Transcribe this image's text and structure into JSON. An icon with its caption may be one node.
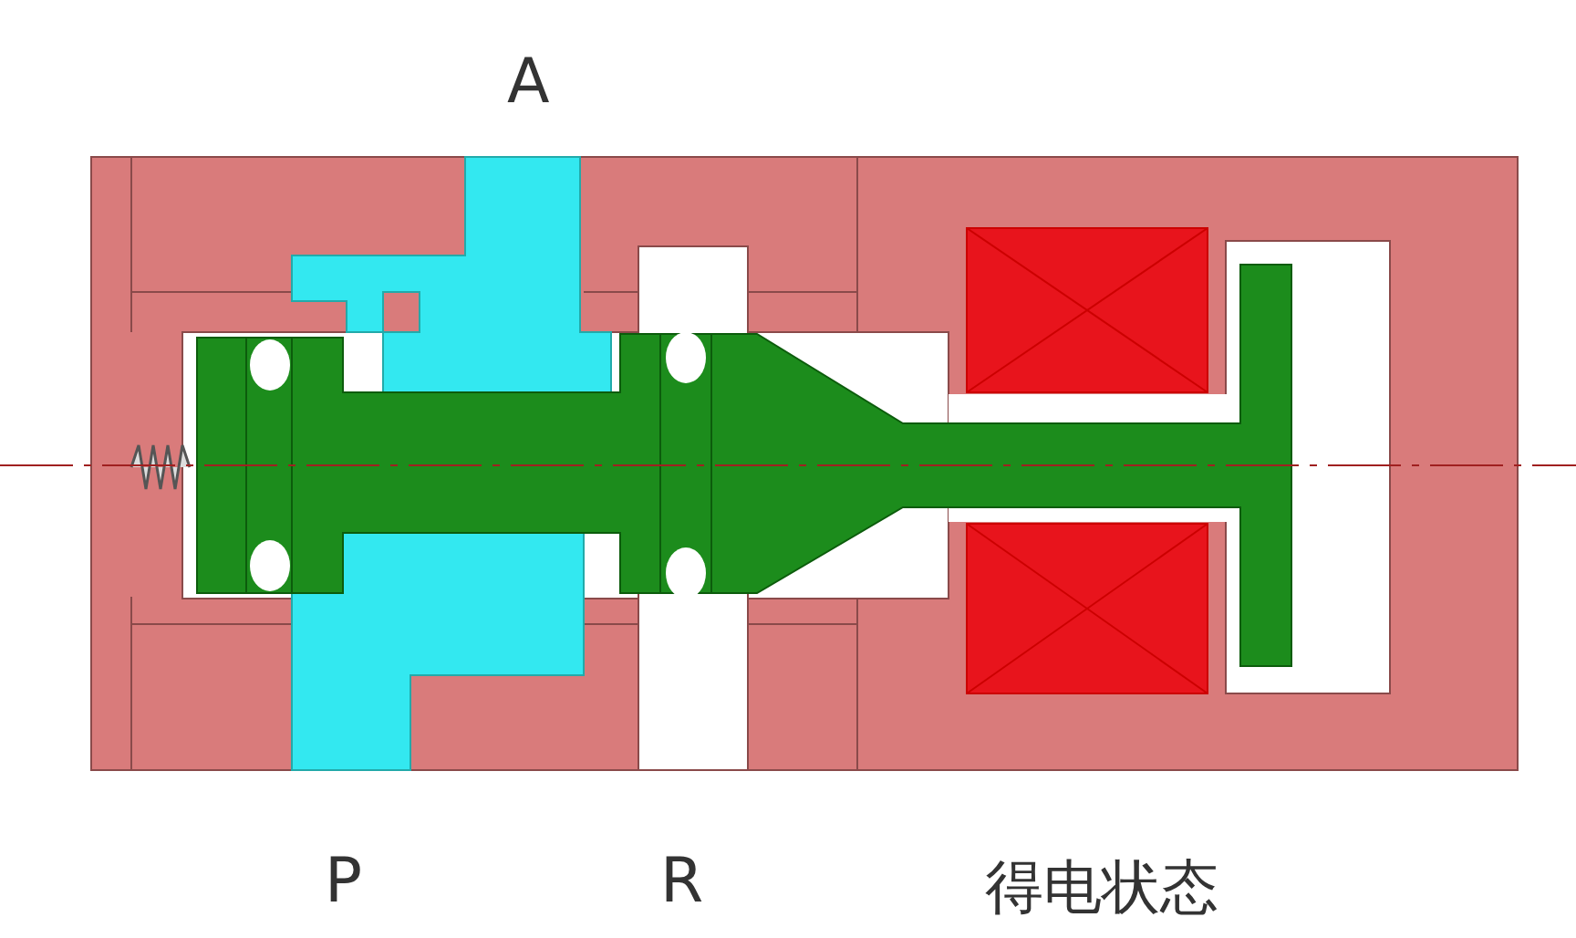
{
  "diagram": {
    "labels": [
      "A",
      "P",
      "R",
      "得电状态"
    ]
  }
}
